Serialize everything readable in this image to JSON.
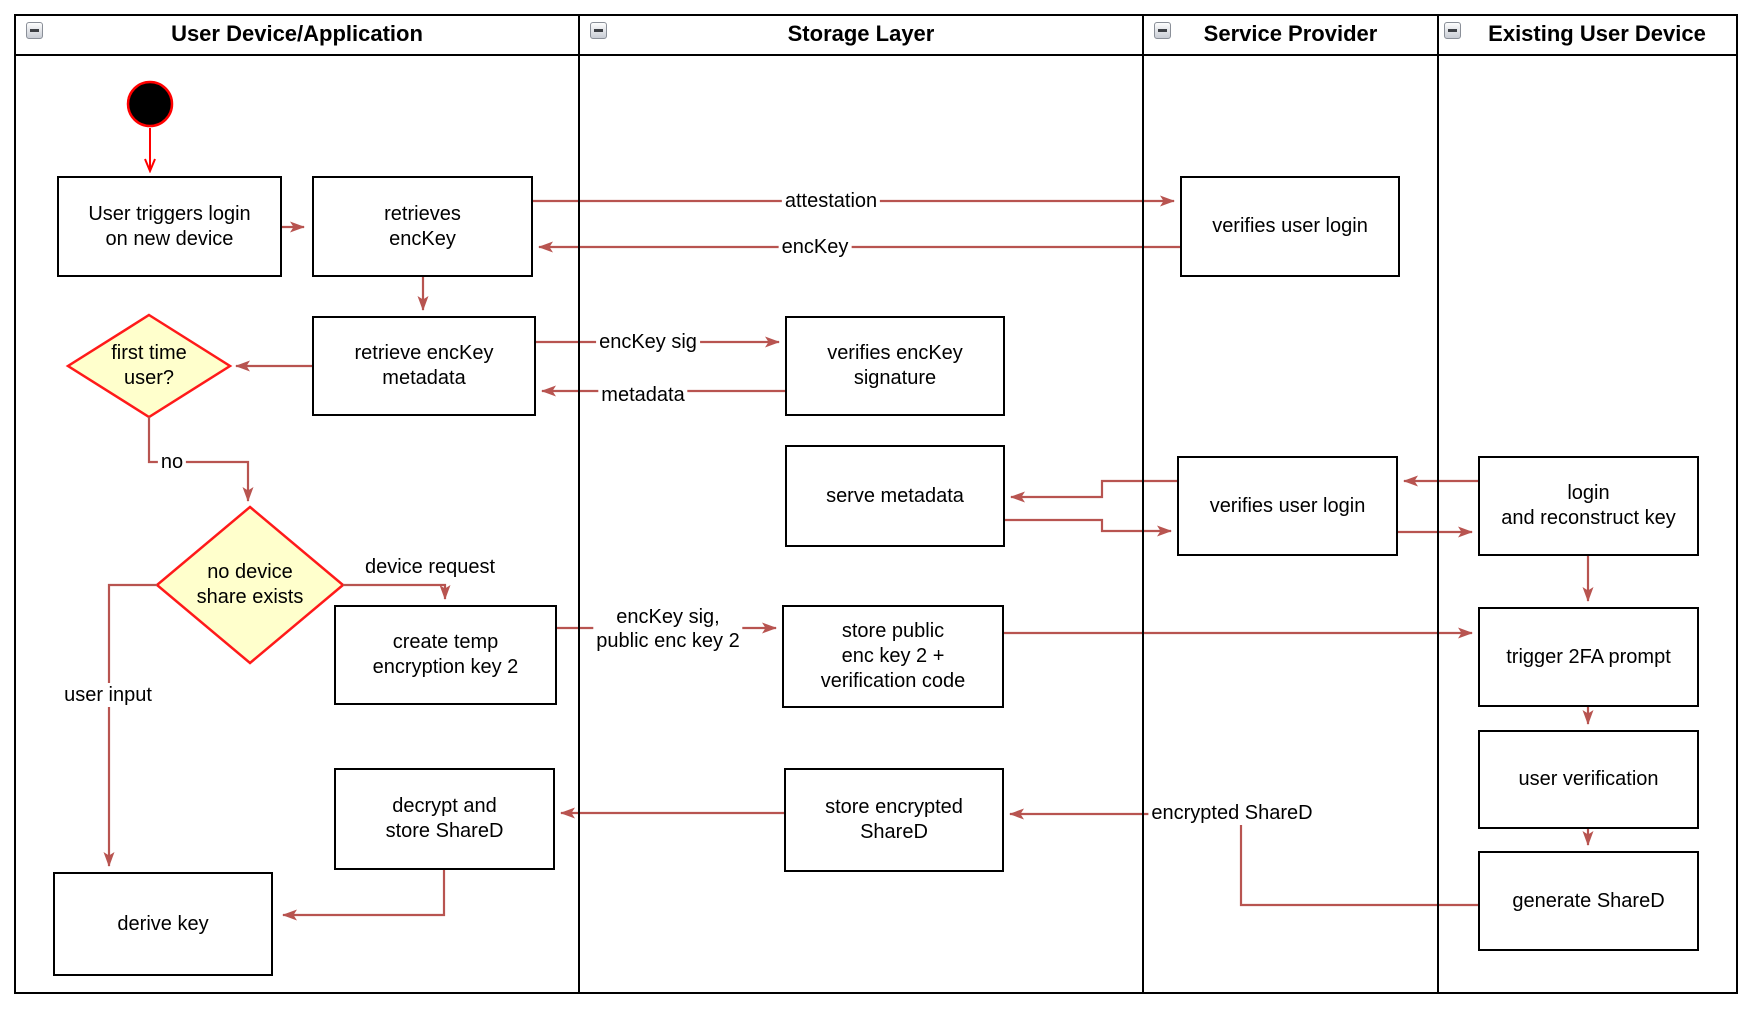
{
  "lanes": [
    {
      "title": "User Device/Application"
    },
    {
      "title": "Storage Layer"
    },
    {
      "title": "Service Provider"
    },
    {
      "title": "Existing User Device"
    }
  ],
  "nodes": {
    "user_triggers": "User triggers login\non new device",
    "retrieves_enckey": "retrieves\nencKey",
    "verifies_user_login_1": "verifies user login",
    "retrieve_metadata": "retrieve encKey\nmetadata",
    "verifies_sig": "verifies encKey\nsignature",
    "serve_metadata": "serve metadata",
    "verifies_user_login_2": "verifies user login",
    "login_reconstruct": "login\nand reconstruct key",
    "create_temp": "create temp\nencryption key 2",
    "store_public": "store public\nenc key 2 +\nverification code",
    "trigger_2fa": "trigger 2FA prompt",
    "user_verification": "user verification",
    "generate_shared": "generate ShareD",
    "decrypt_store": "decrypt and\nstore ShareD",
    "store_encrypted": "store encrypted\nShareD",
    "derive_key": "derive key"
  },
  "decisions": {
    "first_time": "first time\nuser?",
    "no_device_share": "no device\nshare exists"
  },
  "edge_labels": {
    "attestation": "attestation",
    "enckey": "encKey",
    "enckey_sig": "encKey sig",
    "metadata": "metadata",
    "no": "no",
    "device_request": "device request",
    "user_input": "user input",
    "enckey_sig_public": "encKey sig,\npublic enc key 2",
    "encrypted_shared": "encrypted ShareD"
  },
  "colors": {
    "arrow": "#B85450",
    "start_accent": "#FF0000",
    "decision_fill": "#FFFFCC",
    "decision_stroke": "#FF1A1A",
    "node_fill": "#FFFFFF",
    "node_stroke": "#000000"
  }
}
